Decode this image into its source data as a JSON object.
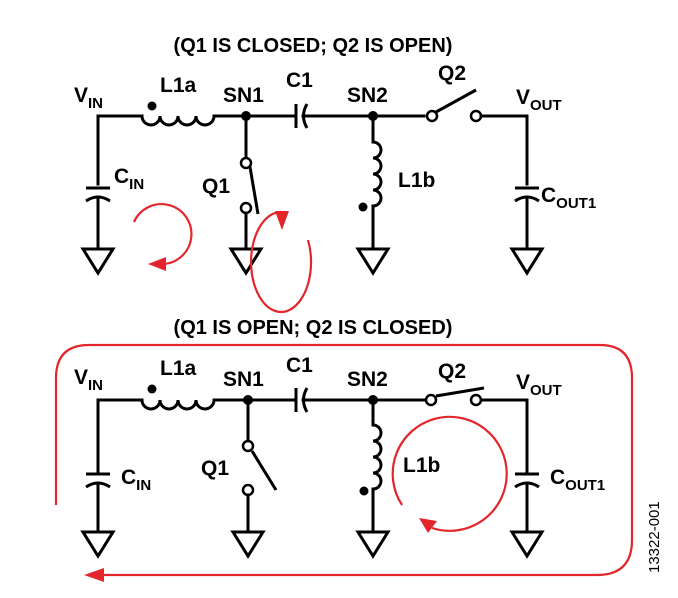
{
  "figure_id": "13322-001",
  "colors": {
    "ink": "#000000",
    "current_path": "#e3262b"
  },
  "panels": [
    {
      "title": "(Q1 IS CLOSED; Q2 IS OPEN)",
      "labels": {
        "vin": "V",
        "vin_sub": "IN",
        "l1a": "L1a",
        "sn1": "SN1",
        "c1": "C1",
        "sn2": "SN2",
        "q2": "Q2",
        "vout": "V",
        "vout_sub": "OUT",
        "cin": "C",
        "cin_sub": "IN",
        "q1": "Q1",
        "l1b": "L1b",
        "cout": "C",
        "cout_sub": "OUT1"
      },
      "switch_states": {
        "q1": "closed",
        "q2": "open"
      }
    },
    {
      "title": "(Q1 IS OPEN; Q2 IS CLOSED)",
      "labels": {
        "vin": "V",
        "vin_sub": "IN",
        "l1a": "L1a",
        "sn1": "SN1",
        "c1": "C1",
        "sn2": "SN2",
        "q2": "Q2",
        "vout": "V",
        "vout_sub": "OUT",
        "cin": "C",
        "cin_sub": "IN",
        "q1": "Q1",
        "l1b": "L1b",
        "cout": "C",
        "cout_sub": "OUT1"
      },
      "switch_states": {
        "q1": "open",
        "q2": "closed"
      }
    }
  ]
}
